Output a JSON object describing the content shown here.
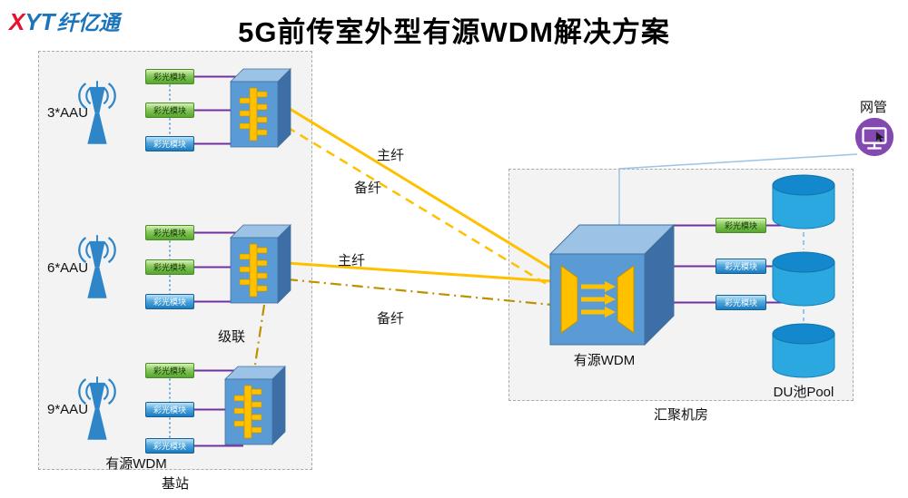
{
  "title": "5G前传室外型有源WDM解决方案",
  "logo": {
    "mark_x": "X",
    "mark_yt": "YT",
    "name": "纤亿通"
  },
  "base_station": {
    "zone_label": "基站",
    "wdm_label": "有源WDM",
    "cascade_label": "级联",
    "groups": [
      {
        "aau_label": "3*AAU",
        "modules": [
          "彩光模块",
          "彩光模块",
          "彩光模块"
        ]
      },
      {
        "aau_label": "6*AAU",
        "modules": [
          "彩光模块",
          "彩光模块",
          "彩光模块"
        ]
      },
      {
        "aau_label": "9*AAU",
        "modules": [
          "彩光模块",
          "彩光模块",
          "彩光模块"
        ]
      }
    ]
  },
  "fibers": {
    "main1": "主纤",
    "backup1": "备纤",
    "main2": "主纤",
    "backup2": "备纤"
  },
  "aggregation": {
    "zone_label": "汇聚机房",
    "wdm_label": "有源WDM",
    "modules": [
      "彩光模块",
      "彩光模块",
      "彩光模块"
    ],
    "du_pool_label": "DU池Pool"
  },
  "nms": {
    "label": "网管"
  },
  "colors": {
    "fiber_main": "#FFC000",
    "fiber_backup_dark": "#BF9000",
    "module_link_purple": "#7030A0",
    "device_blue": "#5B9BD5",
    "antenna_blue": "#2E86C8",
    "cylinder_blue": "#2BA8DF",
    "nms_purple": "#8449B0",
    "nms_link_blue": "#9DC3E6"
  }
}
